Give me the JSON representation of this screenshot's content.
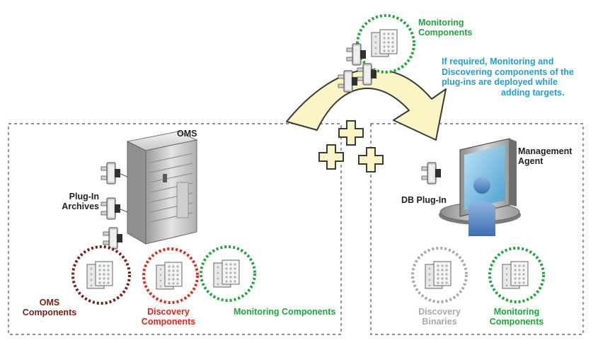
{
  "diagram": {
    "oms_box": {
      "title": "OMS",
      "archives_label_line1": "Plug-In",
      "archives_label_line2": "Archives",
      "components": [
        {
          "line1": "OMS",
          "line2": "Components",
          "color": "#7b1e14"
        },
        {
          "line1": "Discovery",
          "line2": "Components",
          "color": "#e8221b"
        },
        {
          "line1": "Monitoring Components",
          "line2": "",
          "color": "#1aa83a"
        }
      ]
    },
    "transfer": {
      "label_line1": "Monitoring",
      "label_line2": "Components",
      "label_color": "#1aa83a",
      "note_lines": [
        "If required, Monitoring and",
        "Discovering components of the",
        "plug-ins are deployed while",
        "adding targets."
      ],
      "note_color": "#1e9fd8"
    },
    "agent_box": {
      "title_line1": "Management",
      "title_line2": "Agent",
      "plugin_label": "DB Plug-In",
      "components": [
        {
          "line1": "Discovery",
          "line2": "Binaries",
          "color": "#a8a8a8"
        },
        {
          "line1": "Monitoring",
          "line2": "Components",
          "color": "#1aa83a"
        }
      ]
    },
    "colors": {
      "arrow_fill": "#fbf5c6",
      "arrow_stroke": "#3a3a3a",
      "dashed_border": "#666666",
      "text_dark": "#222222"
    }
  }
}
